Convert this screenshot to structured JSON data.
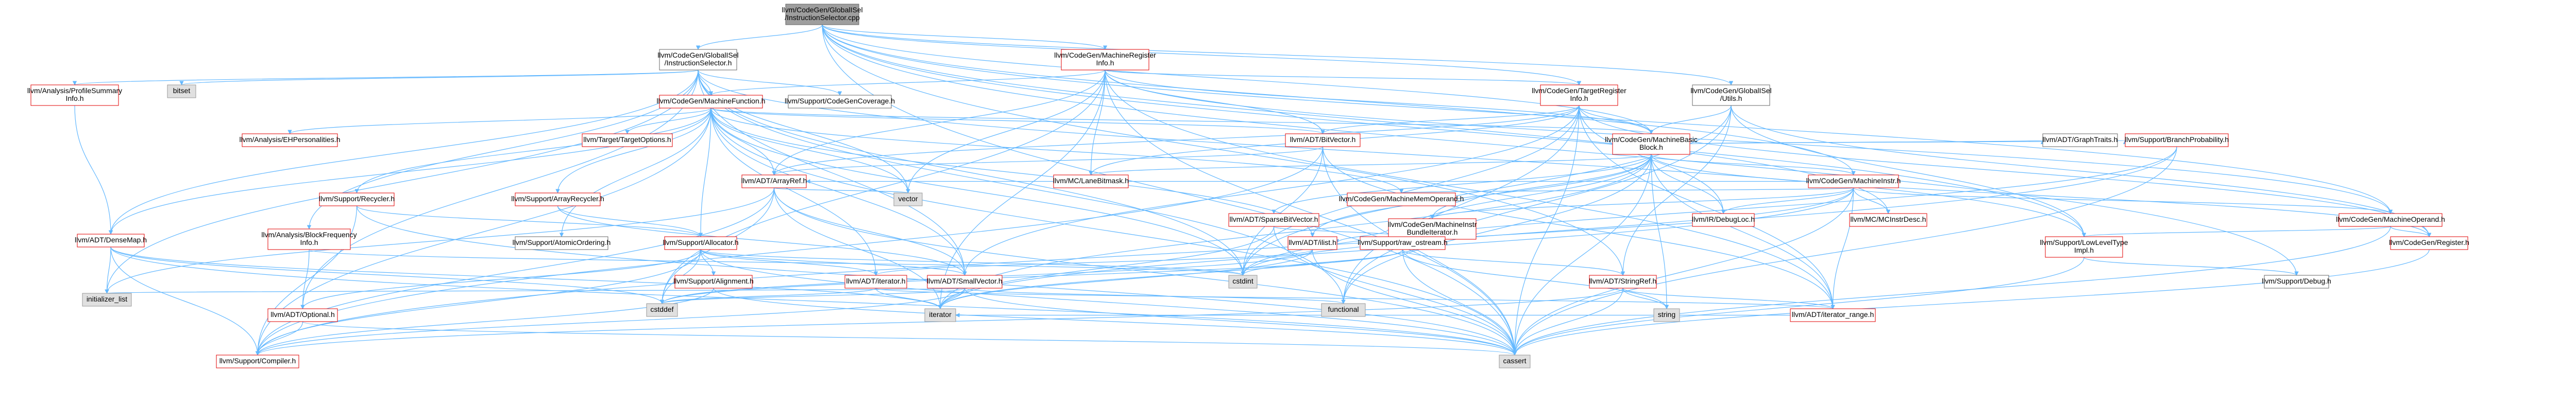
{
  "nodes": [
    {
      "id": "root",
      "lines": [
        "llvm/CodeGen/GlobalISel",
        "/InstructionSelector.cpp"
      ],
      "kind": "root"
    },
    {
      "id": "gisel_is_h",
      "lines": [
        "llvm/CodeGen/GlobalISel",
        "/InstructionSelector.h"
      ],
      "kind": "file"
    },
    {
      "id": "mreginfo",
      "lines": [
        "llvm/CodeGen/MachineRegister",
        "Info.h"
      ],
      "kind": "red"
    },
    {
      "id": "bitset",
      "lines": [
        "bitset"
      ],
      "kind": "system"
    },
    {
      "id": "psi",
      "lines": [
        "llvm/Analysis/ProfileSummary",
        "Info.h"
      ],
      "kind": "red"
    },
    {
      "id": "mfunc",
      "lines": [
        "llvm/CodeGen/MachineFunction.h"
      ],
      "kind": "red"
    },
    {
      "id": "coverage",
      "lines": [
        "llvm/Support/CodeGenCoverage.h"
      ],
      "kind": "file"
    },
    {
      "id": "treginfo",
      "lines": [
        "llvm/CodeGen/TargetRegister",
        "Info.h"
      ],
      "kind": "red"
    },
    {
      "id": "gisel_utils",
      "lines": [
        "llvm/CodeGen/GlobalISel",
        "/Utils.h"
      ],
      "kind": "file"
    },
    {
      "id": "eh",
      "lines": [
        "llvm/Analysis/EHPersonalities.h"
      ],
      "kind": "red"
    },
    {
      "id": "topts",
      "lines": [
        "llvm/Target/TargetOptions.h"
      ],
      "kind": "red"
    },
    {
      "id": "bitvector",
      "lines": [
        "llvm/ADT/BitVector.h"
      ],
      "kind": "red"
    },
    {
      "id": "mbb",
      "lines": [
        "llvm/CodeGen/MachineBasic",
        "Block.h"
      ],
      "kind": "red"
    },
    {
      "id": "graphtraits",
      "lines": [
        "llvm/ADT/GraphTraits.h"
      ],
      "kind": "file"
    },
    {
      "id": "branchprob",
      "lines": [
        "llvm/Support/BranchProbability.h"
      ],
      "kind": "red"
    },
    {
      "id": "arrayref",
      "lines": [
        "llvm/ADT/ArrayRef.h"
      ],
      "kind": "red"
    },
    {
      "id": "vector",
      "lines": [
        "vector"
      ],
      "kind": "system"
    },
    {
      "id": "lanebitmask",
      "lines": [
        "llvm/MC/LaneBitmask.h"
      ],
      "kind": "red"
    },
    {
      "id": "minstr",
      "lines": [
        "llvm/CodeGen/MachineInstr.h"
      ],
      "kind": "red"
    },
    {
      "id": "mmo",
      "lines": [
        "llvm/CodeGen/MachineMemOperand.h"
      ],
      "kind": "red"
    },
    {
      "id": "sparsebv",
      "lines": [
        "llvm/ADT/SparseBitVector.h"
      ],
      "kind": "red"
    },
    {
      "id": "mibundle",
      "lines": [
        "llvm/CodeGen/MachineInstr",
        "BundleIterator.h"
      ],
      "kind": "red"
    },
    {
      "id": "debugloc",
      "lines": [
        "llvm/IR/DebugLoc.h"
      ],
      "kind": "red"
    },
    {
      "id": "mcinstrdesc",
      "lines": [
        "llvm/MC/MCInstrDesc.h"
      ],
      "kind": "red"
    },
    {
      "id": "moperand",
      "lines": [
        "llvm/CodeGen/MachineOperand.h"
      ],
      "kind": "red"
    },
    {
      "id": "recycler",
      "lines": [
        "llvm/Support/Recycler.h"
      ],
      "kind": "red"
    },
    {
      "id": "arrayrecycler",
      "lines": [
        "llvm/Support/ArrayRecycler.h"
      ],
      "kind": "red"
    },
    {
      "id": "densemap",
      "lines": [
        "llvm/ADT/DenseMap.h"
      ],
      "kind": "red"
    },
    {
      "id": "bfi",
      "lines": [
        "llvm/Analysis/BlockFrequency",
        "Info.h"
      ],
      "kind": "red"
    },
    {
      "id": "atomic",
      "lines": [
        "llvm/Support/AtomicOrdering.h"
      ],
      "kind": "file"
    },
    {
      "id": "allocator",
      "lines": [
        "llvm/Support/Allocator.h"
      ],
      "kind": "red"
    },
    {
      "id": "ilist",
      "lines": [
        "llvm/ADT/ilist.h"
      ],
      "kind": "red"
    },
    {
      "id": "rawostream",
      "lines": [
        "llvm/Support/raw_ostream.h"
      ],
      "kind": "red"
    },
    {
      "id": "lowleveltype",
      "lines": [
        "llvm/Support/LowLevelType",
        "Impl.h"
      ],
      "kind": "red"
    },
    {
      "id": "creg",
      "lines": [
        "llvm/CodeGen/Register.h"
      ],
      "kind": "red"
    },
    {
      "id": "alignment",
      "lines": [
        "llvm/Support/Alignment.h"
      ],
      "kind": "red"
    },
    {
      "id": "iterator",
      "lines": [
        "llvm/ADT/iterator.h"
      ],
      "kind": "red"
    },
    {
      "id": "smallvector",
      "lines": [
        "llvm/ADT/SmallVector.h"
      ],
      "kind": "red"
    },
    {
      "id": "cstdint",
      "lines": [
        "cstdint"
      ],
      "kind": "system"
    },
    {
      "id": "stringref",
      "lines": [
        "llvm/ADT/StringRef.h"
      ],
      "kind": "red"
    },
    {
      "id": "debug",
      "lines": [
        "llvm/Support/Debug.h"
      ],
      "kind": "file"
    },
    {
      "id": "optional",
      "lines": [
        "llvm/ADT/Optional.h"
      ],
      "kind": "red"
    },
    {
      "id": "initlist",
      "lines": [
        "initializer_list"
      ],
      "kind": "system"
    },
    {
      "id": "cstddef",
      "lines": [
        "cstddef"
      ],
      "kind": "system"
    },
    {
      "id": "iterator_std",
      "lines": [
        "iterator"
      ],
      "kind": "system"
    },
    {
      "id": "string",
      "lines": [
        "string"
      ],
      "kind": "system"
    },
    {
      "id": "functional",
      "lines": [
        "functional"
      ],
      "kind": "system"
    },
    {
      "id": "iterrange",
      "lines": [
        "llvm/ADT/iterator_range.h"
      ],
      "kind": "red"
    },
    {
      "id": "compiler",
      "lines": [
        "llvm/Support/Compiler.h"
      ],
      "kind": "red"
    },
    {
      "id": "cassert",
      "lines": [
        "cassert"
      ],
      "kind": "system"
    }
  ],
  "edges": [
    [
      "root",
      "gisel_is_h"
    ],
    [
      "root",
      "mreginfo"
    ],
    [
      "root",
      "treginfo"
    ],
    [
      "root",
      "gisel_utils"
    ],
    [
      "root",
      "mbb"
    ],
    [
      "root",
      "minstr"
    ],
    [
      "root",
      "moperand"
    ],
    [
      "root",
      "mcinstrdesc"
    ],
    [
      "root",
      "lowleveltype"
    ],
    [
      "root",
      "debug"
    ],
    [
      "root",
      "cassert"
    ],
    [
      "root",
      "stringref"
    ],
    [
      "gisel_is_h",
      "bitset"
    ],
    [
      "gisel_is_h",
      "psi"
    ],
    [
      "gisel_is_h",
      "mfunc"
    ],
    [
      "gisel_is_h",
      "coverage"
    ],
    [
      "gisel_is_h",
      "lowleveltype"
    ],
    [
      "gisel_is_h",
      "densemap"
    ],
    [
      "gisel_is_h",
      "smallvector"
    ],
    [
      "gisel_is_h",
      "cstdint"
    ],
    [
      "gisel_is_h",
      "functional"
    ],
    [
      "gisel_is_h",
      "initlist"
    ],
    [
      "gisel_is_h",
      "vector"
    ],
    [
      "gisel_is_h",
      "optional"
    ],
    [
      "gisel_is_h",
      "bfi"
    ],
    [
      "mreginfo",
      "mfunc"
    ],
    [
      "mreginfo",
      "bitvector"
    ],
    [
      "mreginfo",
      "mbb"
    ],
    [
      "mreginfo",
      "lanebitmask"
    ],
    [
      "mreginfo",
      "arrayref"
    ],
    [
      "mreginfo",
      "iterrange"
    ],
    [
      "mreginfo",
      "iterator_std"
    ],
    [
      "mreginfo",
      "vector"
    ],
    [
      "mreginfo",
      "cassert"
    ],
    [
      "mreginfo",
      "cstddef"
    ],
    [
      "mreginfo",
      "treginfo"
    ],
    [
      "mreginfo",
      "moperand"
    ],
    [
      "mreginfo",
      "indexedmap"
    ],
    [
      "psi",
      "densemap"
    ],
    [
      "mfunc",
      "eh"
    ],
    [
      "mfunc",
      "topts"
    ],
    [
      "mfunc",
      "bitvector"
    ],
    [
      "mfunc",
      "mbb"
    ],
    [
      "mfunc",
      "arrayref"
    ],
    [
      "mfunc",
      "recycler"
    ],
    [
      "mfunc",
      "arrayrecycler"
    ],
    [
      "mfunc",
      "allocator"
    ],
    [
      "mfunc",
      "atomic"
    ],
    [
      "mfunc",
      "mmo"
    ],
    [
      "mfunc",
      "densemap"
    ],
    [
      "mfunc",
      "ilist"
    ],
    [
      "mfunc",
      "smallvector"
    ],
    [
      "mfunc",
      "iterator"
    ],
    [
      "mfunc",
      "cassert"
    ],
    [
      "mfunc",
      "cstdint"
    ],
    [
      "mfunc",
      "vector"
    ],
    [
      "mfunc",
      "compiler"
    ],
    [
      "treginfo",
      "bitvector"
    ],
    [
      "treginfo",
      "arrayref"
    ],
    [
      "treginfo",
      "lanebitmask"
    ],
    [
      "treginfo",
      "mbb"
    ],
    [
      "treginfo",
      "smallvector"
    ],
    [
      "treginfo",
      "iterrange"
    ],
    [
      "treginfo",
      "cassert"
    ],
    [
      "treginfo",
      "cstdint"
    ],
    [
      "treginfo",
      "functional"
    ],
    [
      "treginfo",
      "creg"
    ],
    [
      "treginfo",
      "debugloc"
    ],
    [
      "gisel_utils",
      "mbb"
    ],
    [
      "gisel_utils",
      "creg"
    ],
    [
      "gisel_utils",
      "lowleveltype"
    ],
    [
      "gisel_utils",
      "stringref"
    ],
    [
      "gisel_utils",
      "cstdint"
    ],
    [
      "gisel_utils",
      "functional"
    ],
    [
      "bitvector",
      "arrayref"
    ],
    [
      "bitvector",
      "iterrange"
    ],
    [
      "bitvector",
      "cassert"
    ],
    [
      "bitvector",
      "cstdint"
    ],
    [
      "bitvector",
      "compiler"
    ],
    [
      "mbb",
      "graphtraits"
    ],
    [
      "mbb",
      "branchprob"
    ],
    [
      "mbb",
      "lanebitmask"
    ],
    [
      "mbb",
      "minstr"
    ],
    [
      "mbb",
      "mibundle"
    ],
    [
      "mbb",
      "sparsebv"
    ],
    [
      "mbb",
      "debugloc"
    ],
    [
      "mbb",
      "ilist"
    ],
    [
      "mbb",
      "iterrange"
    ],
    [
      "mbb",
      "rawostream"
    ],
    [
      "mbb",
      "cassert"
    ],
    [
      "mbb",
      "functional"
    ],
    [
      "mbb",
      "string"
    ],
    [
      "mbb",
      "iterator_std"
    ],
    [
      "mbb",
      "creg"
    ],
    [
      "branchprob",
      "compiler"
    ],
    [
      "branchprob",
      "cassert"
    ],
    [
      "branchprob",
      "cstdint"
    ],
    [
      "arrayref",
      "smallvector"
    ],
    [
      "arrayref",
      "vector"
    ],
    [
      "arrayref",
      "iterator_std"
    ],
    [
      "arrayref",
      "cassert"
    ],
    [
      "arrayref",
      "cstddef"
    ],
    [
      "arrayref",
      "compiler"
    ],
    [
      "arrayref",
      "initlist"
    ],
    [
      "minstr",
      "debugloc"
    ],
    [
      "minstr",
      "mmo"
    ],
    [
      "minstr",
      "moperand"
    ],
    [
      "minstr",
      "mcinstrdesc"
    ],
    [
      "minstr",
      "mibundle"
    ],
    [
      "minstr",
      "arrayref"
    ],
    [
      "minstr",
      "iterrange"
    ],
    [
      "minstr",
      "cassert"
    ],
    [
      "minstr",
      "cstdint"
    ],
    [
      "minstr",
      "iterator_std"
    ],
    [
      "sparsebv",
      "rawostream"
    ],
    [
      "sparsebv",
      "cassert"
    ],
    [
      "sparsebv",
      "iterator_std"
    ],
    [
      "mibundle",
      "ilist"
    ],
    [
      "mibundle",
      "iterator_std"
    ],
    [
      "moperand",
      "lowleveltype"
    ],
    [
      "moperand",
      "creg"
    ],
    [
      "moperand",
      "cassert"
    ],
    [
      "recycler",
      "allocator"
    ],
    [
      "recycler",
      "cassert"
    ],
    [
      "recycler",
      "compiler"
    ],
    [
      "arrayrecycler",
      "allocator"
    ],
    [
      "arrayrecycler",
      "smallvector"
    ],
    [
      "densemap",
      "compiler"
    ],
    [
      "densemap",
      "initlist"
    ],
    [
      "densemap",
      "iterator_std"
    ],
    [
      "densemap",
      "cassert"
    ],
    [
      "densemap",
      "cstddef"
    ],
    [
      "bfi",
      "optional"
    ],
    [
      "bfi",
      "cstdint"
    ],
    [
      "allocator",
      "alignment"
    ],
    [
      "allocator",
      "compiler"
    ],
    [
      "allocator",
      "smallvector"
    ],
    [
      "allocator",
      "cstddef"
    ],
    [
      "allocator",
      "cassert"
    ],
    [
      "allocator",
      "iterator"
    ],
    [
      "allocator",
      "optional"
    ],
    [
      "allocator",
      "cstdint"
    ],
    [
      "ilist",
      "iterator"
    ],
    [
      "ilist",
      "cassert"
    ],
    [
      "ilist",
      "cstddef"
    ],
    [
      "ilist",
      "iterator_std"
    ],
    [
      "rawostream",
      "stringref"
    ],
    [
      "rawostream",
      "cassert"
    ],
    [
      "rawostream",
      "cstddef"
    ],
    [
      "rawostream",
      "cstdint"
    ],
    [
      "rawostream",
      "string"
    ],
    [
      "lowleveltype",
      "debug"
    ],
    [
      "lowleveltype",
      "cassert"
    ],
    [
      "creg",
      "cassert"
    ],
    [
      "alignment",
      "cassert"
    ],
    [
      "alignment",
      "compiler"
    ],
    [
      "iterator",
      "iterrange"
    ],
    [
      "iterator",
      "cstddef"
    ],
    [
      "iterator",
      "iterator_std"
    ],
    [
      "smallvector",
      "compiler"
    ],
    [
      "smallvector",
      "cstddef"
    ],
    [
      "smallvector",
      "functional"
    ],
    [
      "smallvector",
      "initlist"
    ],
    [
      "smallvector",
      "iterator_std"
    ],
    [
      "smallvector",
      "cassert"
    ],
    [
      "stringref",
      "iterrange"
    ],
    [
      "stringref",
      "cassert"
    ],
    [
      "stringref",
      "compiler"
    ],
    [
      "stringref",
      "string"
    ],
    [
      "optional",
      "compiler"
    ],
    [
      "optional",
      "cassert"
    ],
    [
      "iterrange",
      "iterator_std"
    ]
  ],
  "colors": {
    "root_fill": "#9e9e9e",
    "root_border": "#666666",
    "file_fill": "#ffffff",
    "file_border": "#666666",
    "red_fill": "#ffffff",
    "red_border": "#e00000",
    "system_fill": "#e0e0e0",
    "system_border": "#999999",
    "edge": "#63b8ff",
    "text": "#000000"
  }
}
